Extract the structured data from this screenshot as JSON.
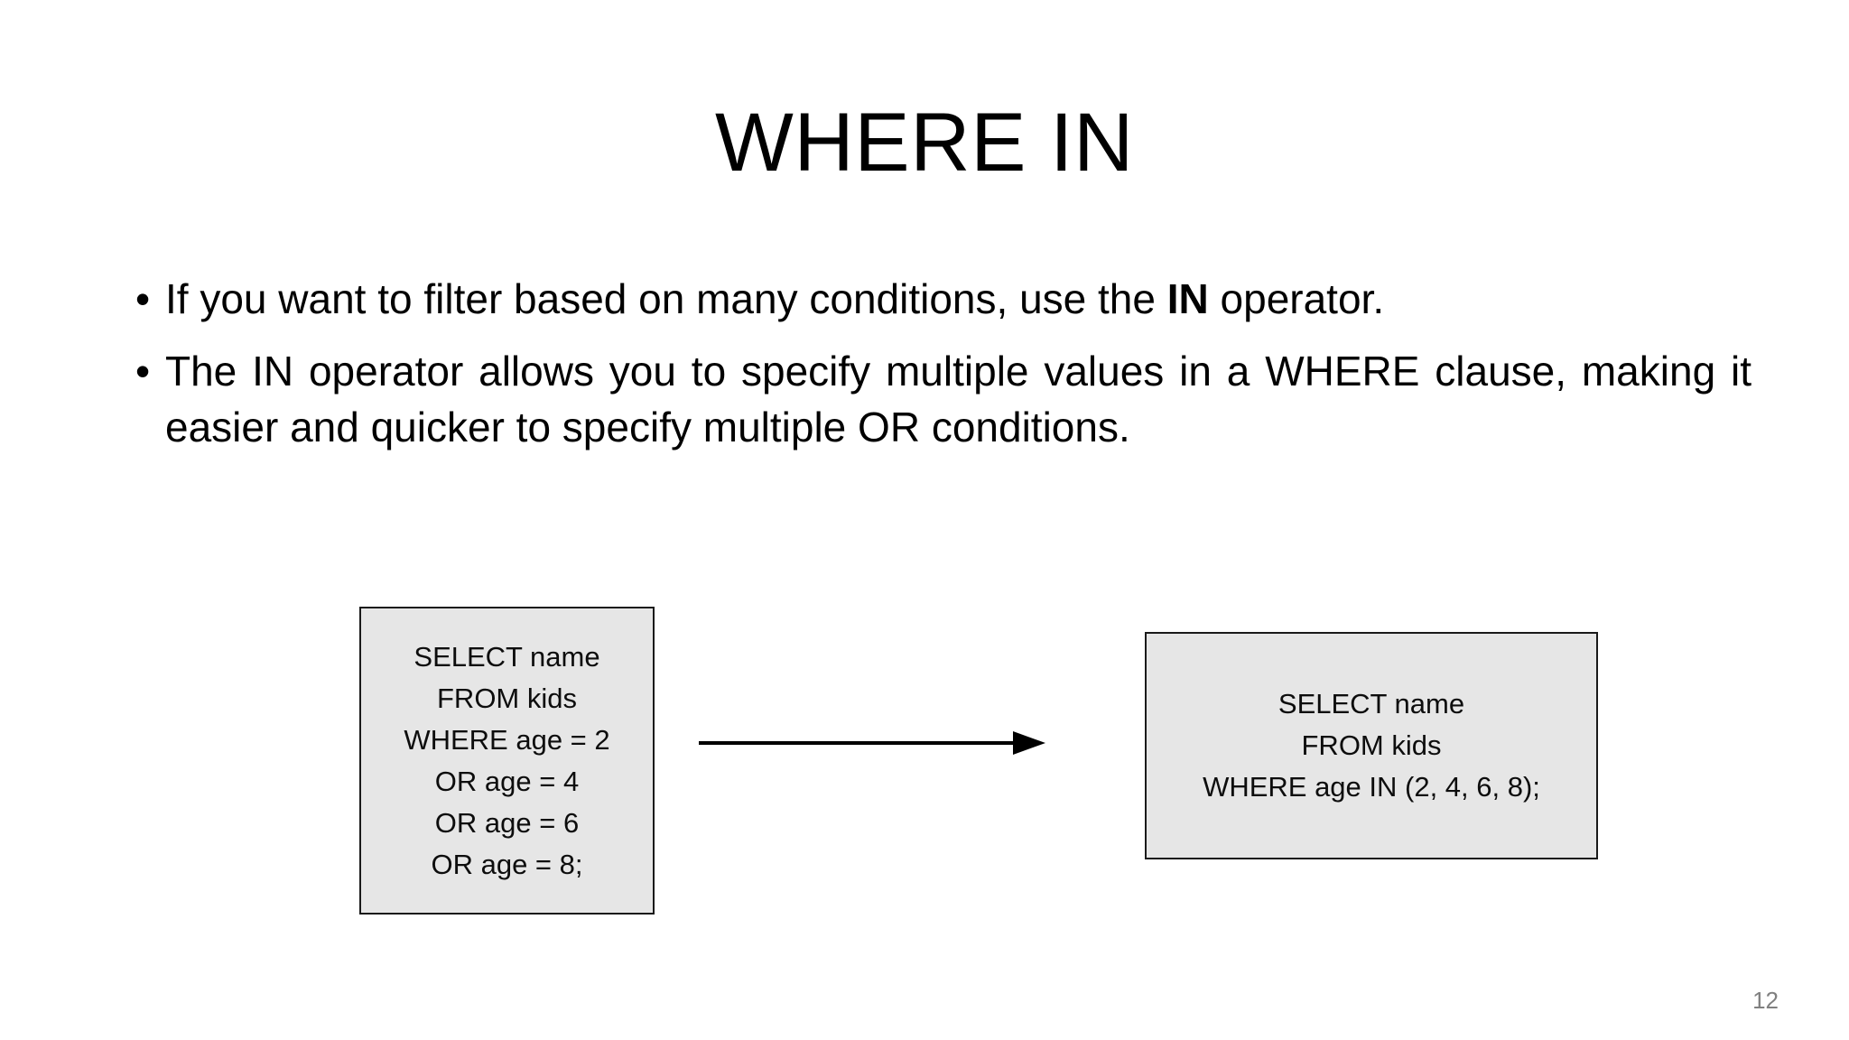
{
  "slide": {
    "title": "WHERE IN",
    "page_number": "12",
    "background_color": "#ffffff",
    "text_color": "#000000"
  },
  "body": {
    "bullet_marker": "•",
    "bullets": [
      {
        "id": "bullet-in-operator",
        "align": "left",
        "segments": [
          {
            "text": "If you want to filter based on many conditions, use the ",
            "bold": false
          },
          {
            "text": "IN",
            "bold": true
          },
          {
            "text": " operator.",
            "bold": false
          }
        ],
        "plain": "If you want to filter based on many conditions, use the IN operator."
      },
      {
        "id": "bullet-multiple-values",
        "align": "justify",
        "segments": [
          {
            "text": "The IN operator allows you to specify multiple values in a WHERE clause, making it easier and quicker to specify multiple OR conditions.",
            "bold": false
          }
        ],
        "plain": "The IN operator allows you to specify multiple values in a WHERE clause, making it easier and quicker to specify multiple OR conditions."
      }
    ]
  },
  "diagram": {
    "box_fill_color": "#e6e6e6",
    "box_border_color": "#1a1a1a",
    "arrow_color": "#000000",
    "left_box": {
      "name": "sql-or-query",
      "lines": [
        "SELECT name",
        "FROM kids",
        "WHERE age = 2",
        "OR age = 4",
        "OR age = 6",
        "OR age = 8;"
      ]
    },
    "right_box": {
      "name": "sql-in-query",
      "lines": [
        "SELECT name",
        "FROM kids",
        "WHERE age IN (2, 4, 6, 8);"
      ]
    },
    "arrow": {
      "name": "rightward-arrow-icon",
      "direction": "right"
    }
  }
}
